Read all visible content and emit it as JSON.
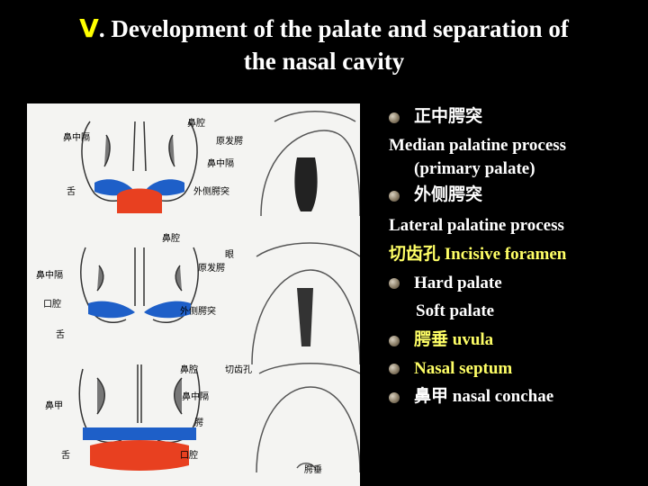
{
  "title": {
    "numeral": "Ⅴ",
    "line1": ". Development of the palate and separation of",
    "line2": "the nasal cavity"
  },
  "figure": {
    "labels": {
      "p1_nasal_cavity": "鼻腔",
      "p1_nasal_septum_left": "鼻中隔",
      "p1_primary_palate": "原发腭",
      "p1_nasal_septum_mid": "鼻中隔",
      "p1_tongue": "舌",
      "p1_lateral_palatine": "外侧腭突",
      "p2_nasal_cavity": "鼻腔",
      "p2_eye": "眼",
      "p2_primary_palate": "原发腭",
      "p2_nasal_septum": "鼻中隔",
      "p2_oral_cavity": "口腔",
      "p2_lateral_palatine": "外侧腭突",
      "p2_tongue": "舌",
      "p3_nasal_cavity": "鼻腔",
      "p3_incisive_foramen": "切齿孔",
      "p3_nasal_septum": "鼻中隔",
      "p3_nasal_concha": "鼻甲",
      "p3_palate": "腭",
      "p3_tongue": "舌",
      "p3_oral_cavity": "口腔",
      "p3_uvula": "腭垂"
    }
  },
  "items": {
    "median_cn": "正中腭突",
    "median_en": "Median palatine process",
    "median_en2": "(primary palate)",
    "lateral_cn": "外侧腭突",
    "lateral_en": "Lateral palatine process",
    "incisive": "切齿孔  Incisive foramen",
    "hard": "Hard palate",
    "soft": "Soft palate",
    "uvula": "腭垂  uvula",
    "septum": "Nasal septum",
    "conchae": "鼻甲   nasal conchae"
  },
  "colors": {
    "background": "#000000",
    "title_numeral": "#ffff00",
    "text_white": "#ffffff",
    "text_yellow": "#ffff66",
    "tissue_blue": "#1e5fc8",
    "tissue_red": "#e84020"
  }
}
